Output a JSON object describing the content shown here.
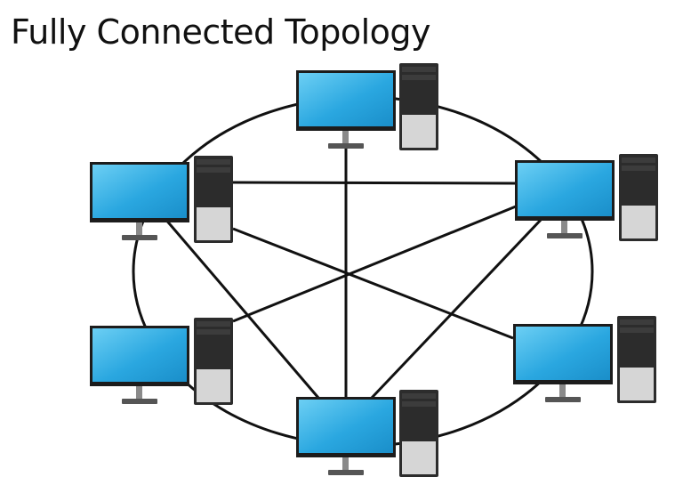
{
  "title": "Fully Connected Topology",
  "colors": {
    "screen": "#2aa7e0",
    "screen_light": "#6ccff4",
    "bezel": "#1c1c1c",
    "tower": "#2c2c2c",
    "tower_panel": "#d6d6d6",
    "link": "#111111",
    "stand": "#8a8a8a"
  },
  "nodes": [
    {
      "name": "node-top"
    },
    {
      "name": "node-upper-left"
    },
    {
      "name": "node-upper-right"
    },
    {
      "name": "node-lower-left"
    },
    {
      "name": "node-lower-right"
    },
    {
      "name": "node-bottom"
    }
  ],
  "links": [
    [
      1,
      2
    ],
    [
      0,
      5
    ],
    [
      1,
      4
    ],
    [
      2,
      3
    ]
  ],
  "ring": true
}
